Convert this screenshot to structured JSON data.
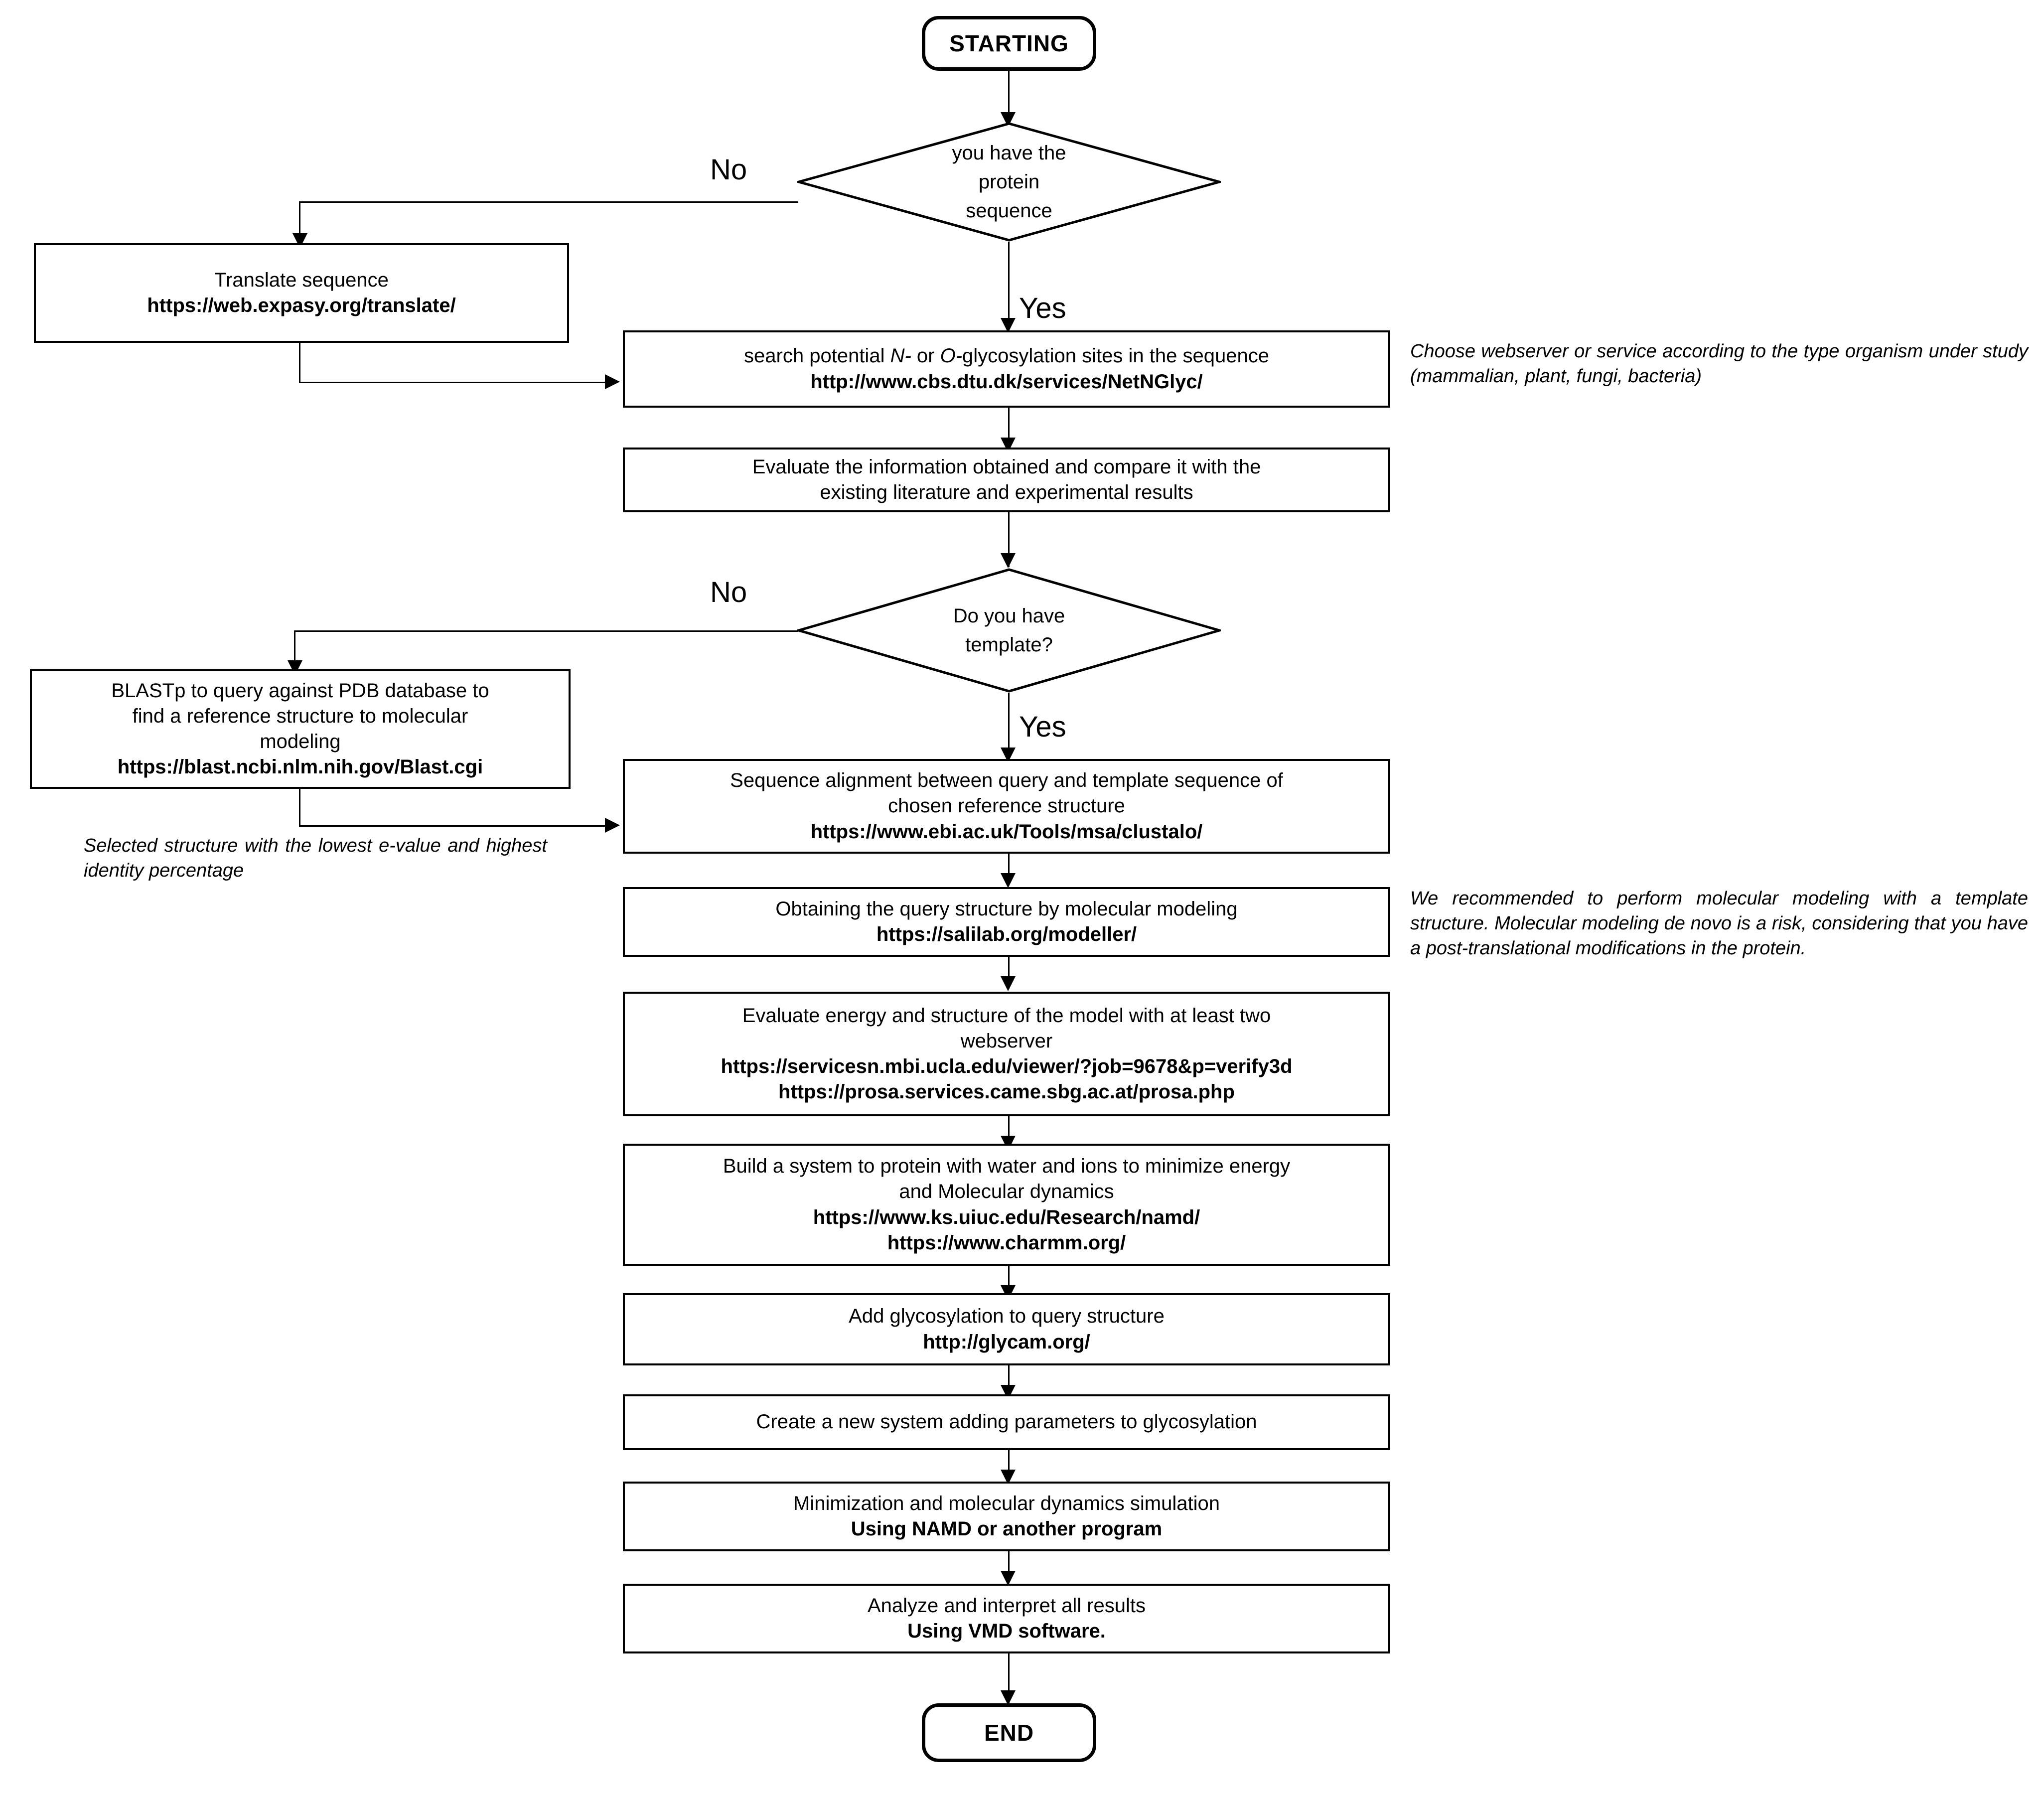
{
  "diagram": {
    "title": "Glycoprotein molecular modeling workflow flowchart"
  },
  "nodes": {
    "start": {
      "label": "STARTING"
    },
    "end": {
      "label": "END"
    },
    "decision_sequence": {
      "line1": "you have the",
      "line2": "protein",
      "line3": "sequence"
    },
    "decision_template": {
      "line1": "Do you have",
      "line2": "template?"
    },
    "translate": {
      "line1": "Translate sequence",
      "url": "https://web.expasy.org/translate/"
    },
    "search_sites": {
      "line1_a": "search potential ",
      "line1_i1": "N-",
      "line1_b": " or ",
      "line1_i2": "O-",
      "line1_c": "glycosylation sites in the sequence",
      "url": "http://www.cbs.dtu.dk/services/NetNGlyc/"
    },
    "evaluate_info": {
      "line1": "Evaluate the information obtained and compare it with the",
      "line2": "existing literature and experimental results"
    },
    "blastp": {
      "line1": "BLASTp to query against PDB database to",
      "line2": "find a reference structure to molecular",
      "line3": "modeling",
      "url": "https://blast.ncbi.nlm.nih.gov/Blast.cgi"
    },
    "alignment": {
      "line1": "Sequence alignment between query and template sequence of",
      "line2": "chosen reference structure",
      "url": "https://www.ebi.ac.uk/Tools/msa/clustalo/"
    },
    "modelling": {
      "line1": "Obtaining the query structure by molecular modeling",
      "url": "https://salilab.org/modeller/"
    },
    "evaluate_energy": {
      "line1": "Evaluate energy and structure of the model with at least two",
      "line2": "webserver",
      "url1": "https://servicesn.mbi.ucla.edu/viewer/?job=9678&p=verify3d",
      "url2": "https://prosa.services.came.sbg.ac.at/prosa.php"
    },
    "build_system": {
      "line1": "Build a system to protein with water and ions to minimize energy",
      "line2": "and Molecular dynamics",
      "url1": "https://www.ks.uiuc.edu/Research/namd/",
      "url2": "https://www.charmm.org/"
    },
    "add_glyco": {
      "line1": "Add glycosylation to query structure",
      "url": "http://glycam.org/"
    },
    "new_system": {
      "line1": "Create a new system adding parameters to glycosylation"
    },
    "minimization": {
      "line1": "Minimization and molecular dynamics simulation",
      "line2": "Using NAMD or another program"
    },
    "analyze": {
      "line1": "Analyze and interpret all results",
      "line2": "Using VMD software."
    }
  },
  "edge_labels": {
    "no_sequence": "No",
    "yes_sequence": "Yes",
    "no_template": "No",
    "yes_template": "Yes"
  },
  "notes": {
    "organism": "Choose webserver or service according to the type organism under study (mammalian, plant, fungi, bacteria)",
    "selected_structure": "Selected structure with the lowest e-value and highest identity percentage",
    "recommendation": "We recommended to perform molecular modeling with a template structure. Molecular modeling de novo is a risk, considering that you have a post-translational modifications in the protein."
  },
  "colors": {
    "stroke": "#000000",
    "background": "#ffffff"
  }
}
